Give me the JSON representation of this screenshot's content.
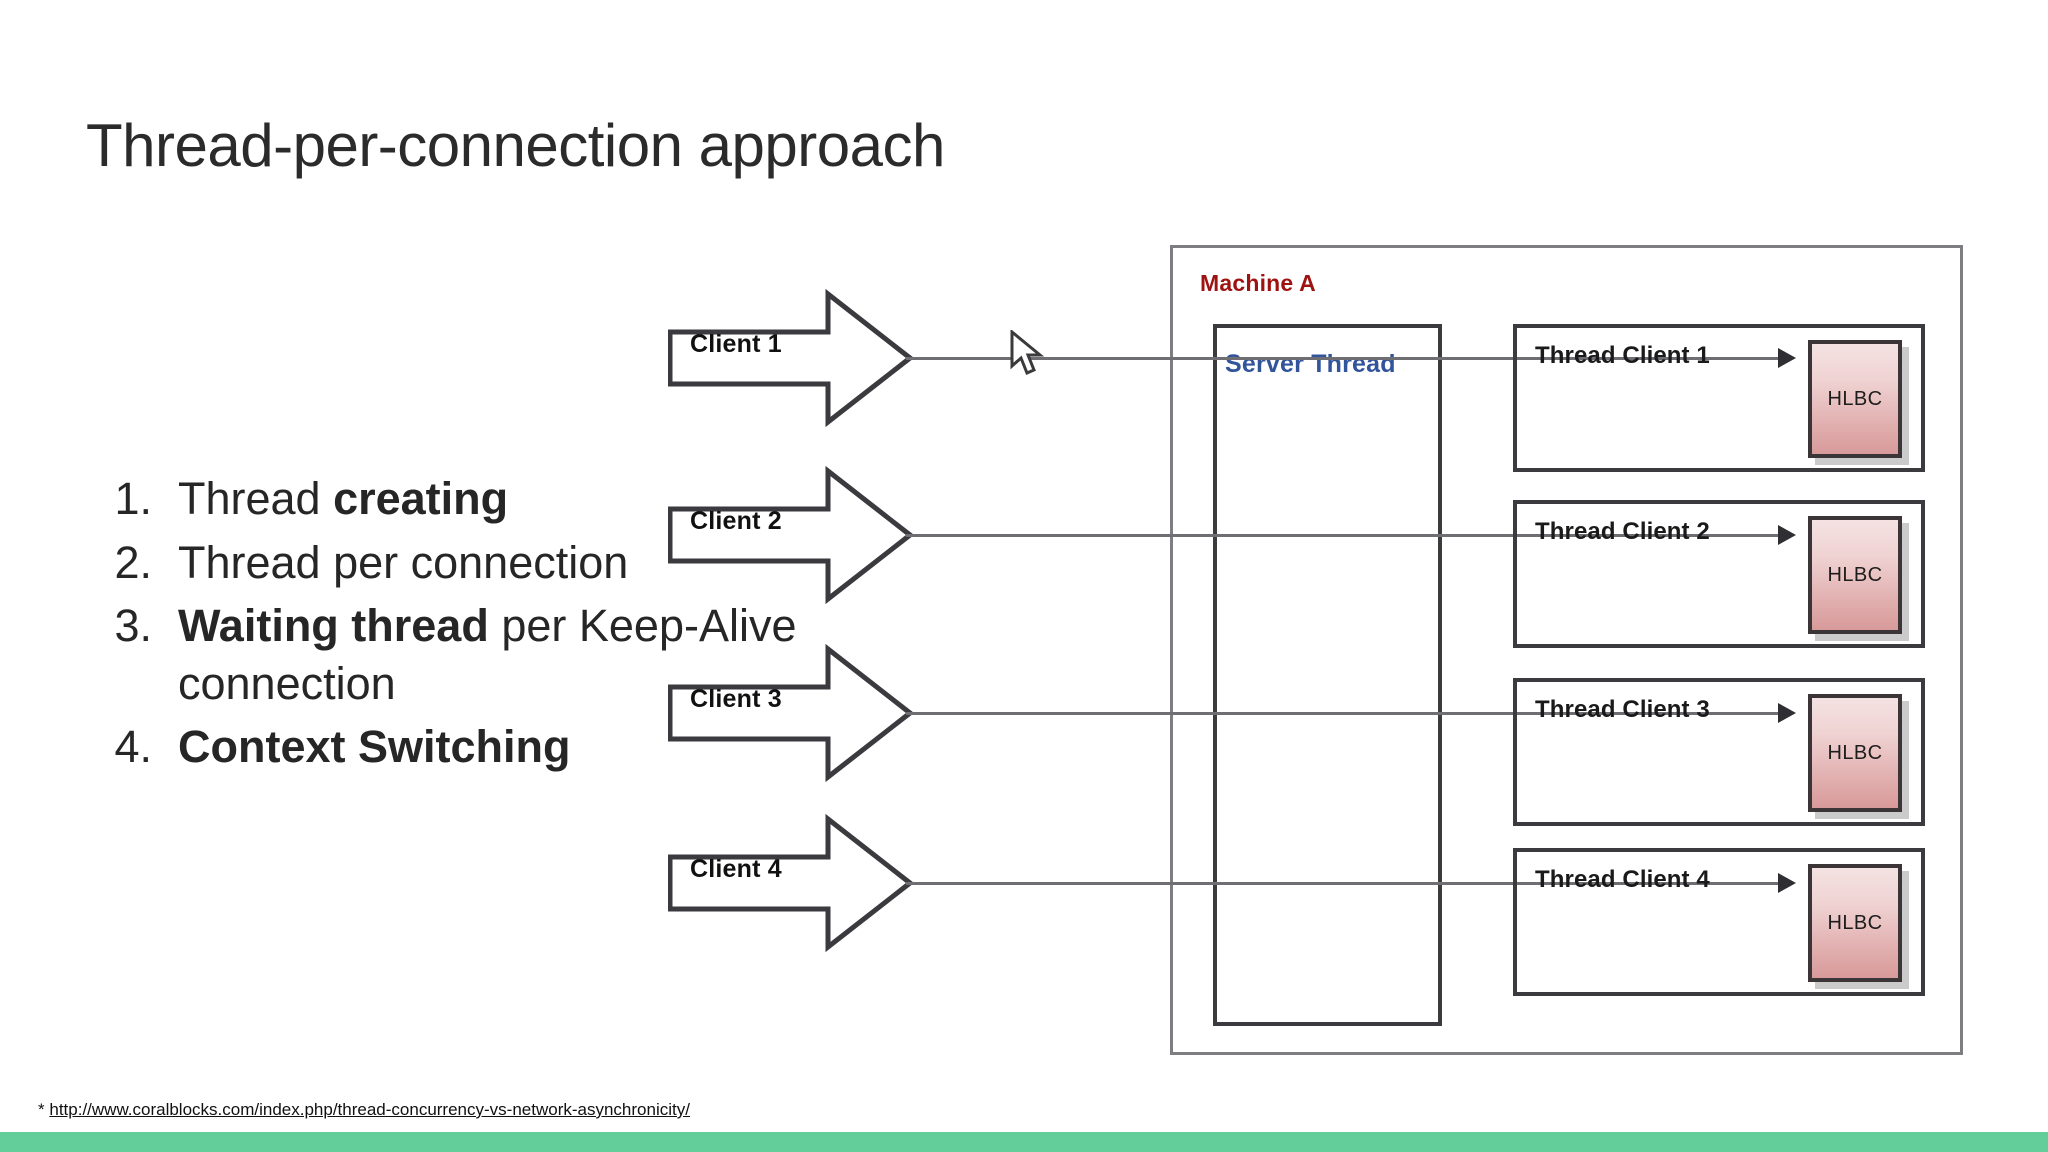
{
  "slide": {
    "title": "Thread-per-connection approach",
    "accent_green": "#63ce9a",
    "title_color": "#2b2b2b"
  },
  "bullets": [
    {
      "num": "1.",
      "pre": "Thread ",
      "bold": "creating",
      "post": ""
    },
    {
      "num": "2.",
      "pre": "Thread per connection",
      "bold": "",
      "post": ""
    },
    {
      "num": "3.",
      "pre": "",
      "bold": "Waiting thread",
      "post": " per Keep-Alive connection"
    },
    {
      "num": "4.",
      "pre": "",
      "bold": "Context Switching",
      "post": ""
    }
  ],
  "footnote": {
    "marker": "*",
    "url": "http://www.coralblocks.com/index.php/thread-concurrency-vs-network-asynchronicity/"
  },
  "diagram": {
    "machine_label": "Machine A",
    "machine_label_color": "#9e1212",
    "server_thread_label": "Server Thread",
    "server_thread_color": "#32549b",
    "clients": [
      {
        "label": "Client 1"
      },
      {
        "label": "Client 2"
      },
      {
        "label": "Client 3"
      },
      {
        "label": "Client 4"
      }
    ],
    "threads": [
      {
        "label": "Thread Client 1",
        "component": "HLBC"
      },
      {
        "label": "Thread Client 2",
        "component": "HLBC"
      },
      {
        "label": "Thread Client 3",
        "component": "HLBC"
      },
      {
        "label": "Thread Client 4",
        "component": "HLBC"
      }
    ]
  }
}
